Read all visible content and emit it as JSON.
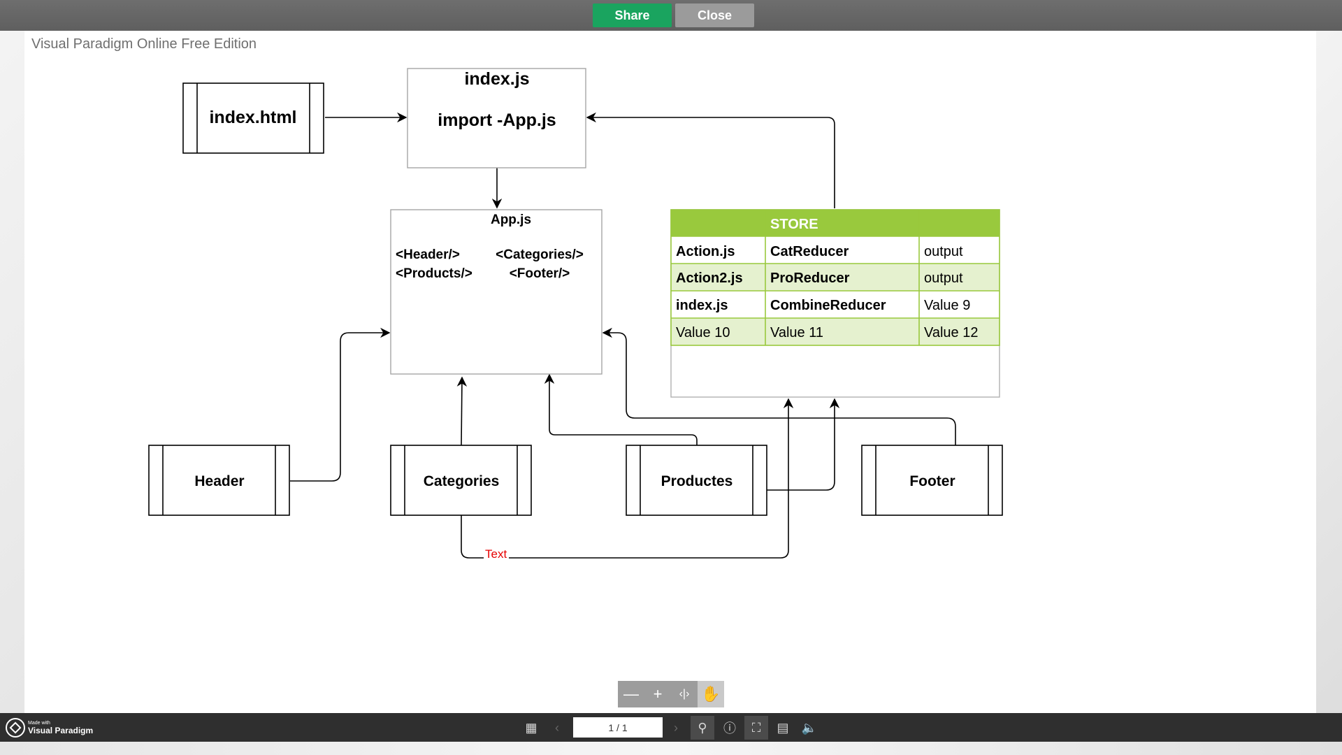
{
  "toolbar": {
    "share_label": "Share",
    "close_label": "Close"
  },
  "edition_label": "Visual Paradigm Online Free Edition",
  "diagram": {
    "index_html": "index.html",
    "index_js_title": "index.js",
    "index_js_import": "import -App.js",
    "app_js_title": "App.js",
    "app_js_header": "<Header/>",
    "app_js_products": "<Products/>",
    "app_js_categories": "<Categories/>",
    "app_js_footer": "<Footer/>",
    "store": {
      "title": "STORE",
      "rows": [
        [
          "Action.js",
          "CatReducer",
          "output"
        ],
        [
          "Action2.js",
          "ProReducer",
          "output"
        ],
        [
          "index.js",
          "CombineReducer",
          "Value 9"
        ],
        [
          "Value 10",
          "Value 11",
          "Value 12"
        ]
      ]
    },
    "header_box": "Header",
    "categories_box": "Categories",
    "productes_box": "Productes",
    "footer_box": "Footer",
    "connector_label": "Text",
    "colors": {
      "store_header": "#99c93d",
      "store_alt_row": "#e5f1cf",
      "label_red": "#e60000"
    }
  },
  "zoom_controls": {
    "out": "zoom-out-icon",
    "in": "zoom-in-icon",
    "fit": "fit-width-icon",
    "pan": "hand-icon"
  },
  "bottom_bar": {
    "logo_small": "Made with",
    "logo_big": "Visual Paradigm",
    "page_indicator": "1 / 1"
  }
}
